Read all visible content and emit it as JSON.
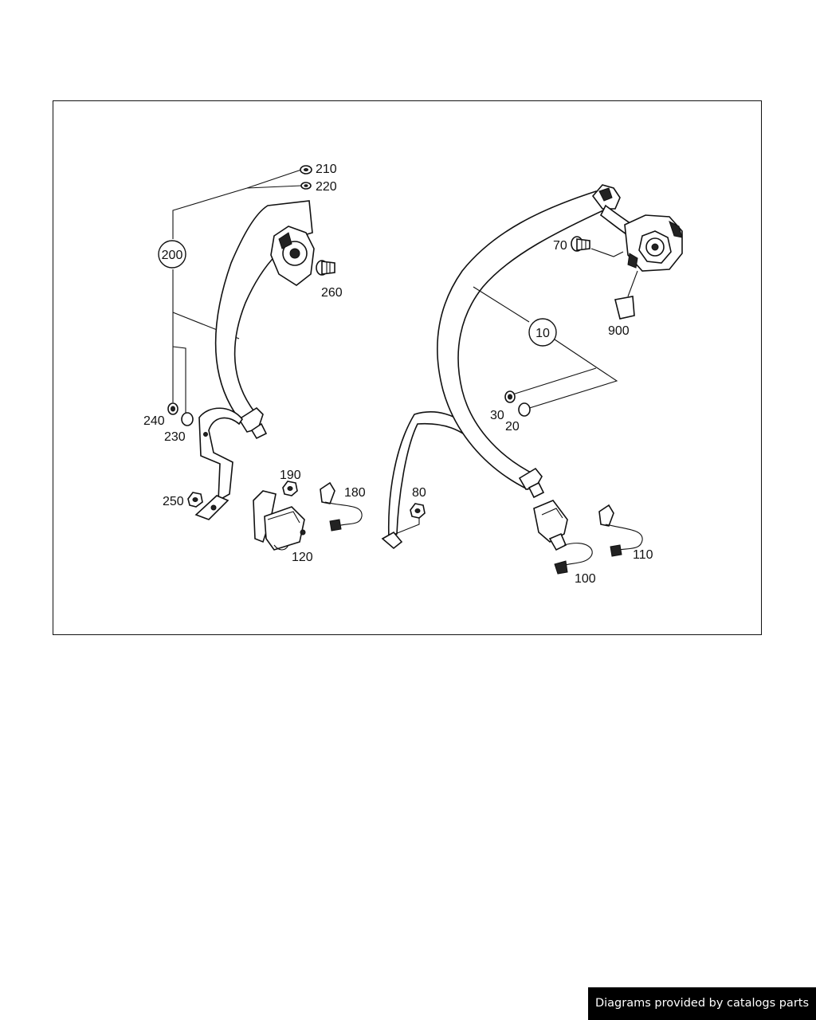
{
  "diagram": {
    "labels": {
      "p210": "210",
      "p220": "220",
      "p200": "200",
      "p260": "260",
      "p240": "240",
      "p230": "230",
      "p250": "250",
      "p190": "190",
      "p180": "180",
      "p120": "120",
      "p80": "80",
      "p70": "70",
      "p900": "900",
      "p10": "10",
      "p30": "30",
      "p20": "20",
      "p100": "100",
      "p110": "110"
    }
  },
  "footer": {
    "text": "Diagrams provided by catalogs parts"
  }
}
